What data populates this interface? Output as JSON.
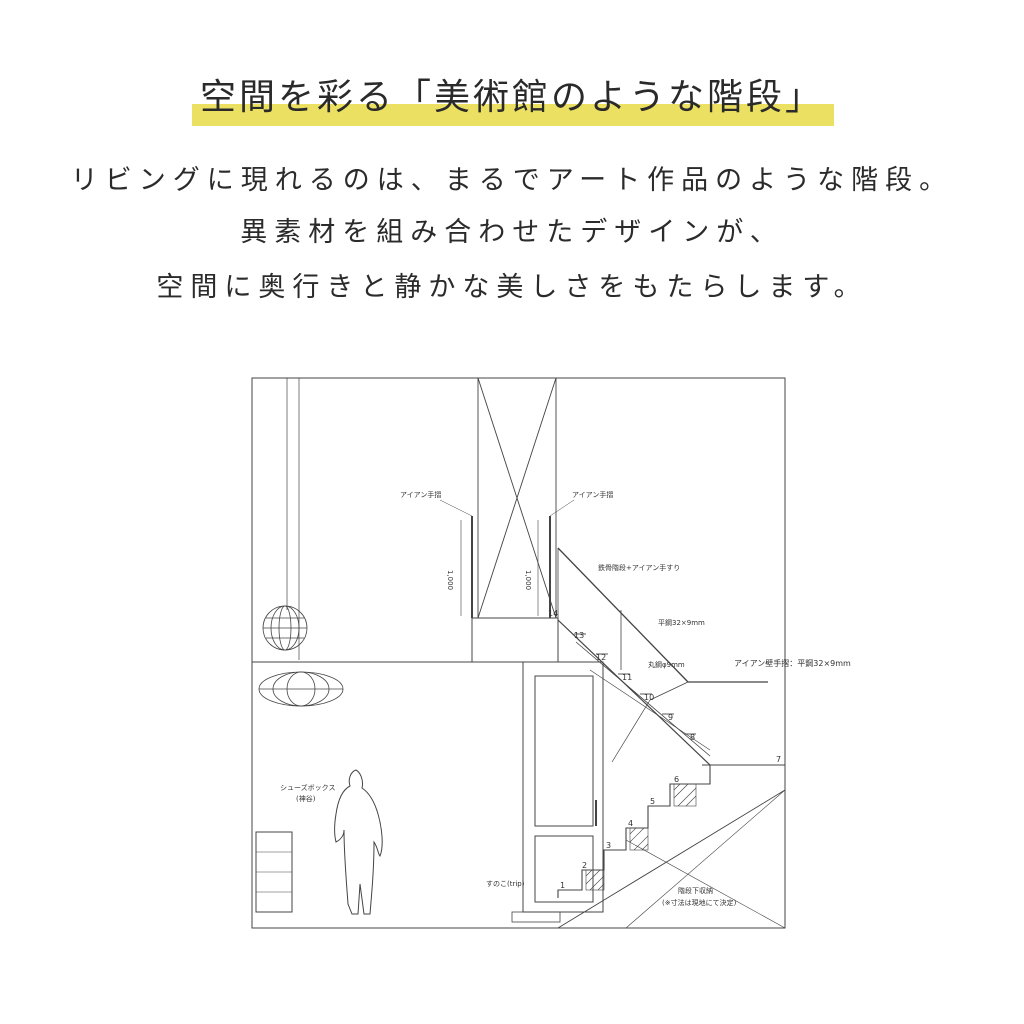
{
  "heading": {
    "title": "空間を彩る「美術館のような階段」",
    "highlight_color": "#ebe061"
  },
  "lead": {
    "line1": "リビングに現れるのは、まるでアート作品のような階段。",
    "line2": "異素材を組み合わせたデザインが、",
    "line3": "空間に奥行きと静かな美しさをもたらします。"
  },
  "drawing": {
    "labels": {
      "handrail_left": "アイアン手摺",
      "handrail_right": "アイアン手摺",
      "dim_left": "1,000",
      "dim_right": "1,000",
      "stair_note": "鉄骨階段+アイアン手すり",
      "flat_bar": "平鋼32×9mm",
      "round_bar": "丸鋼φ9mm",
      "wall_handrail": "アイアン壁手摺：平鋼32×9mm",
      "shoe_box_1": "シューズボックス",
      "shoe_box_2": "(神谷)",
      "sunoko": "すのこ(trip)",
      "storage_1": "階段下収納",
      "storage_2": "(※寸法は現地にて決定)"
    },
    "step_numbers": [
      "1",
      "2",
      "3",
      "4",
      "5",
      "6",
      "7",
      "8",
      "9",
      "10",
      "11",
      "12",
      "13",
      "14"
    ]
  }
}
